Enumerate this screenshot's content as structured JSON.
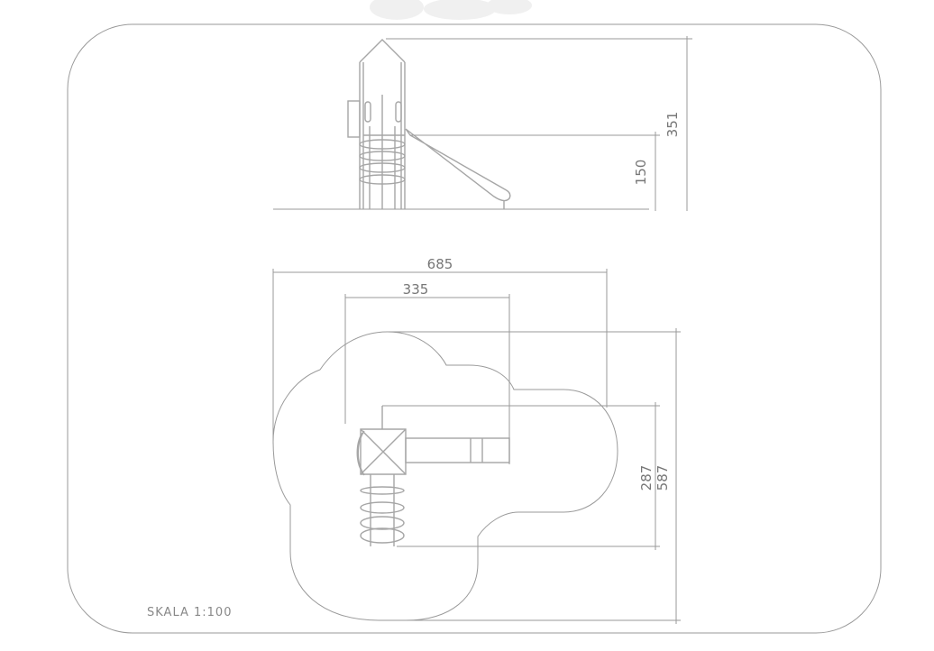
{
  "drawing": {
    "elevation": {
      "height_total": "351",
      "height_platform": "150"
    },
    "plan": {
      "width_total": "685",
      "width_partial": "335",
      "depth_partial": "287",
      "depth_total": "587"
    },
    "scale_label": "SKALA 1:100"
  },
  "colors": {
    "line": "#9a9a9a",
    "text": "#777777"
  }
}
